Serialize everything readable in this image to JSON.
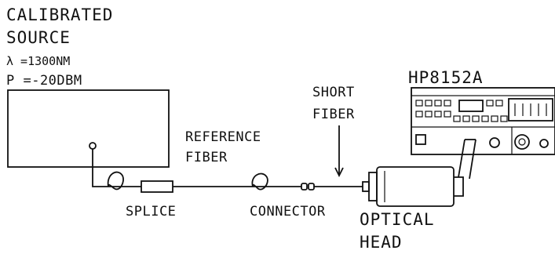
{
  "source": {
    "title_line1": "CALIBRATED",
    "title_line2": "SOURCE",
    "wavelength": "λ =1300NM",
    "power": "P =-20DBM"
  },
  "instrument": {
    "label": "HP8152A"
  },
  "short_fiber": {
    "line1": "SHORT",
    "line2": "FIBER"
  },
  "reference_fiber": {
    "line1": "REFERENCE",
    "line2": "FIBER"
  },
  "splice": {
    "label": "SPLICE"
  },
  "connector": {
    "label": "CONNECTOR"
  },
  "optical_head": {
    "line1": "OPTICAL",
    "line2": "HEAD"
  },
  "colors": {
    "ink": "#111111",
    "paper": "#ffffff"
  }
}
